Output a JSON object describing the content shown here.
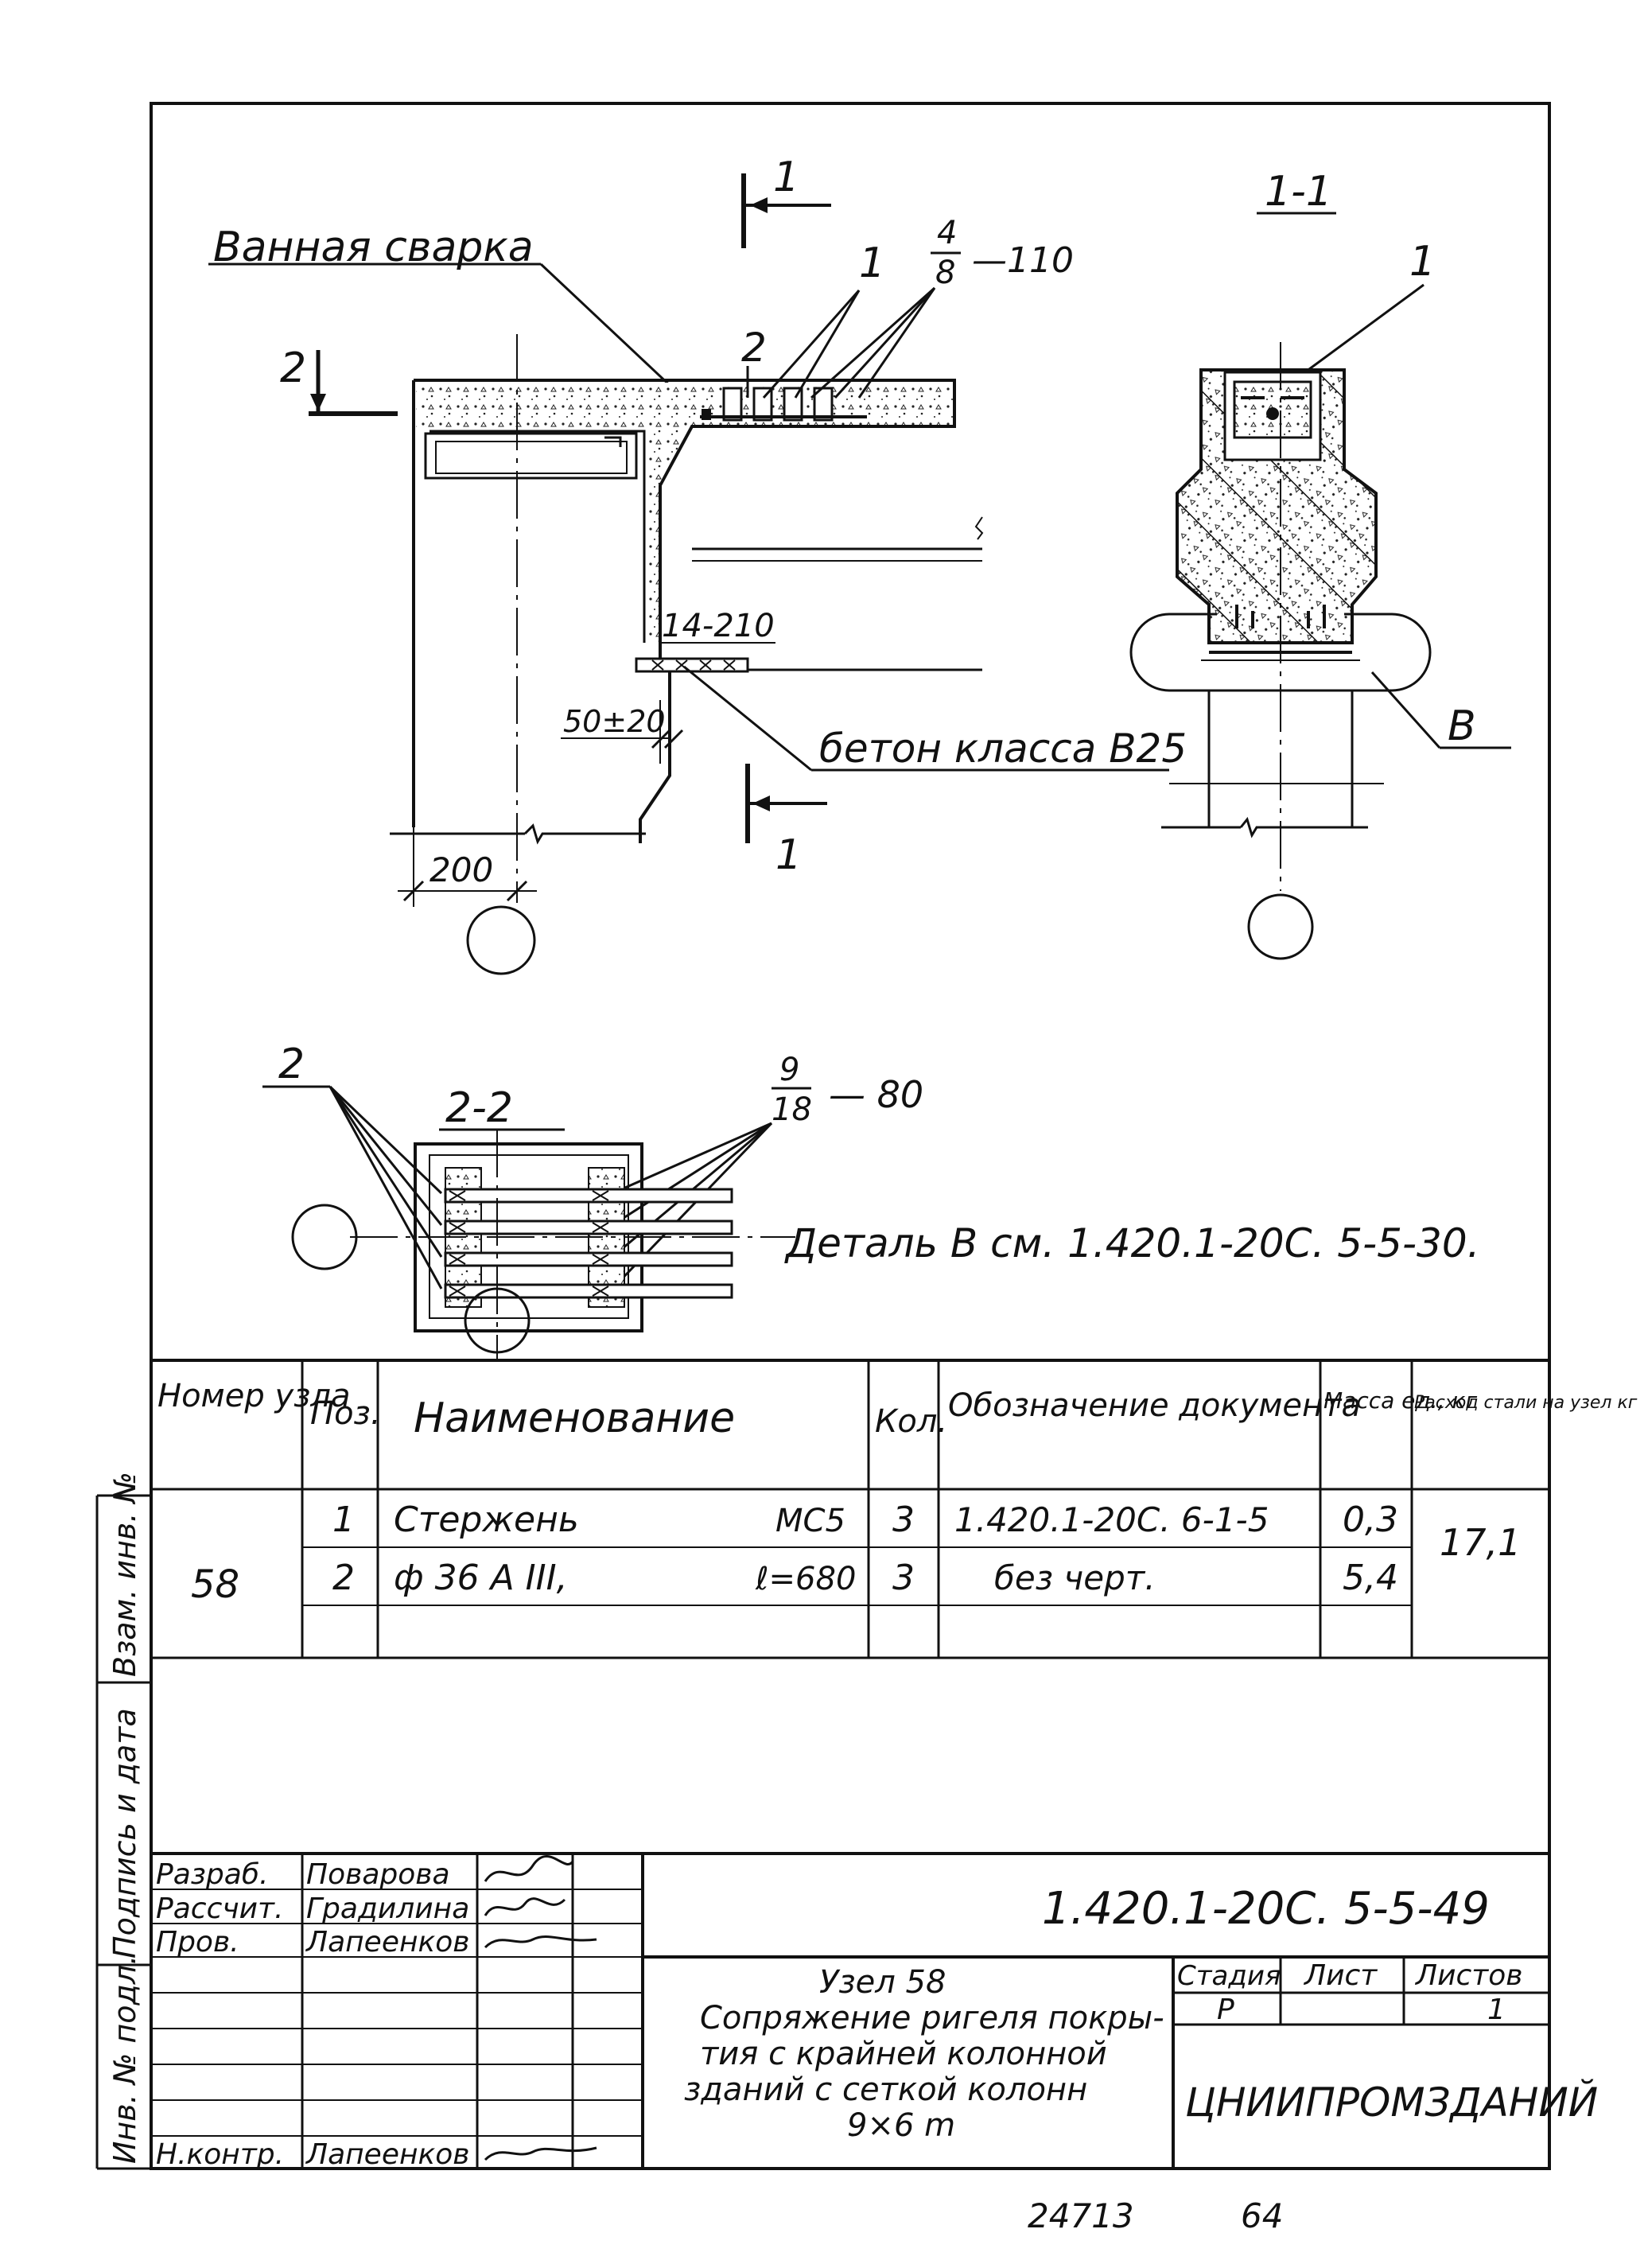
{
  "drawing": {
    "label_bath_welding": "Ванная сварка",
    "section_mark_1": "1",
    "section_mark_1_bottom": "1",
    "section_mark_2": "2",
    "pos_1": "1",
    "pos_2": "2",
    "rebar_top_num": "4",
    "rebar_top_den": "8",
    "rebar_top_suffix": "—110",
    "dim_14_210": "14-210",
    "dim_50_20": "50±20",
    "label_concrete": "бетон класса В25",
    "dim_200": "200",
    "section_1_1": "1-1",
    "section_1_1_pos": "1",
    "label_B": "В",
    "section_2_2": "2-2",
    "section_2_2_pos": "2",
    "rebar_sec2_num": "9",
    "rebar_sec2_den": "18",
    "rebar_sec2_suffix": "— 80",
    "detail_note": "Деталь В см. 1.420.1-20С. 5-5-30."
  },
  "spec_table": {
    "headers": {
      "node": "Номер узла",
      "pos": "Поз.",
      "name": "Наименование",
      "qty": "Кол.",
      "doc": "Обозначение документа",
      "mass": "Масса ед., кг",
      "steel": "Расход стали на узел кг"
    },
    "node_number": "58",
    "steel_total": "17,1",
    "rows": [
      {
        "pos": "1",
        "name": "Стержень",
        "mark": "МС5",
        "qty": "3",
        "doc": "1.420.1-20С. 6-1-5",
        "mass": "0,3"
      },
      {
        "pos": "2",
        "name": "ф 36 А III,",
        "mark": "ℓ=680",
        "qty": "3",
        "doc": "без черт.",
        "mass": "5,4"
      }
    ]
  },
  "side_labels": {
    "inv_orig": "Инв. № подл.",
    "sign_date": "Подпись и дата",
    "inv_dup": "Взам. инв. №"
  },
  "title_block": {
    "doc_code": "1.420.1-20С. 5-5-49",
    "roles": [
      {
        "role": "Разраб.",
        "name": "Поварова"
      },
      {
        "role": "Рассчит.",
        "name": "Градилина"
      },
      {
        "role": "Пров.",
        "name": "Лапеенков"
      },
      {
        "role": "Н.контр.",
        "name": "Лапеенков"
      }
    ],
    "title_lines": [
      "Узел 58",
      "Сопряжение ригеля покры-",
      "тия с крайней колонной",
      "зданий с сеткой колонн",
      "9×6 m"
    ],
    "stage_label": "Стадия",
    "sheet_label": "Лист",
    "sheets_label": "Листов",
    "stage": "Р",
    "sheets": "1",
    "org": "ЦНИИПРОМЗДАНИЙ"
  },
  "footer": {
    "archive_no": "24713",
    "page_no": "64"
  }
}
